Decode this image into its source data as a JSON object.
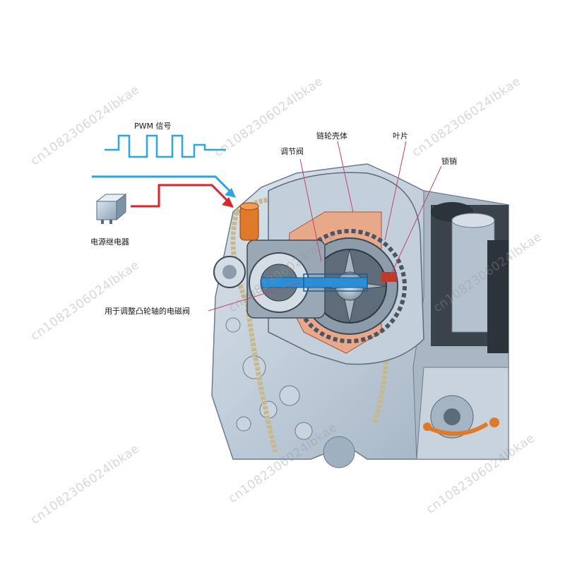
{
  "labels": {
    "pwm_signal": "PWM 信号",
    "power_relay": "电源继电器",
    "solenoid_valve": "用于调整凸轮轴的电磁阀",
    "control_valve": "调节阀",
    "sprocket_housing": "链轮壳体",
    "vane": "叶片",
    "locking_pin": "锁销"
  },
  "watermark": "cn1082306024lbkae",
  "colors": {
    "pwm_line": "#2aa6e0",
    "control_arrow": "#d8262c",
    "solenoid": "#e07a2a",
    "cutaway": "#e8a88a",
    "engine_metal": "#b9c6d3",
    "label_line": "#c0476a"
  }
}
